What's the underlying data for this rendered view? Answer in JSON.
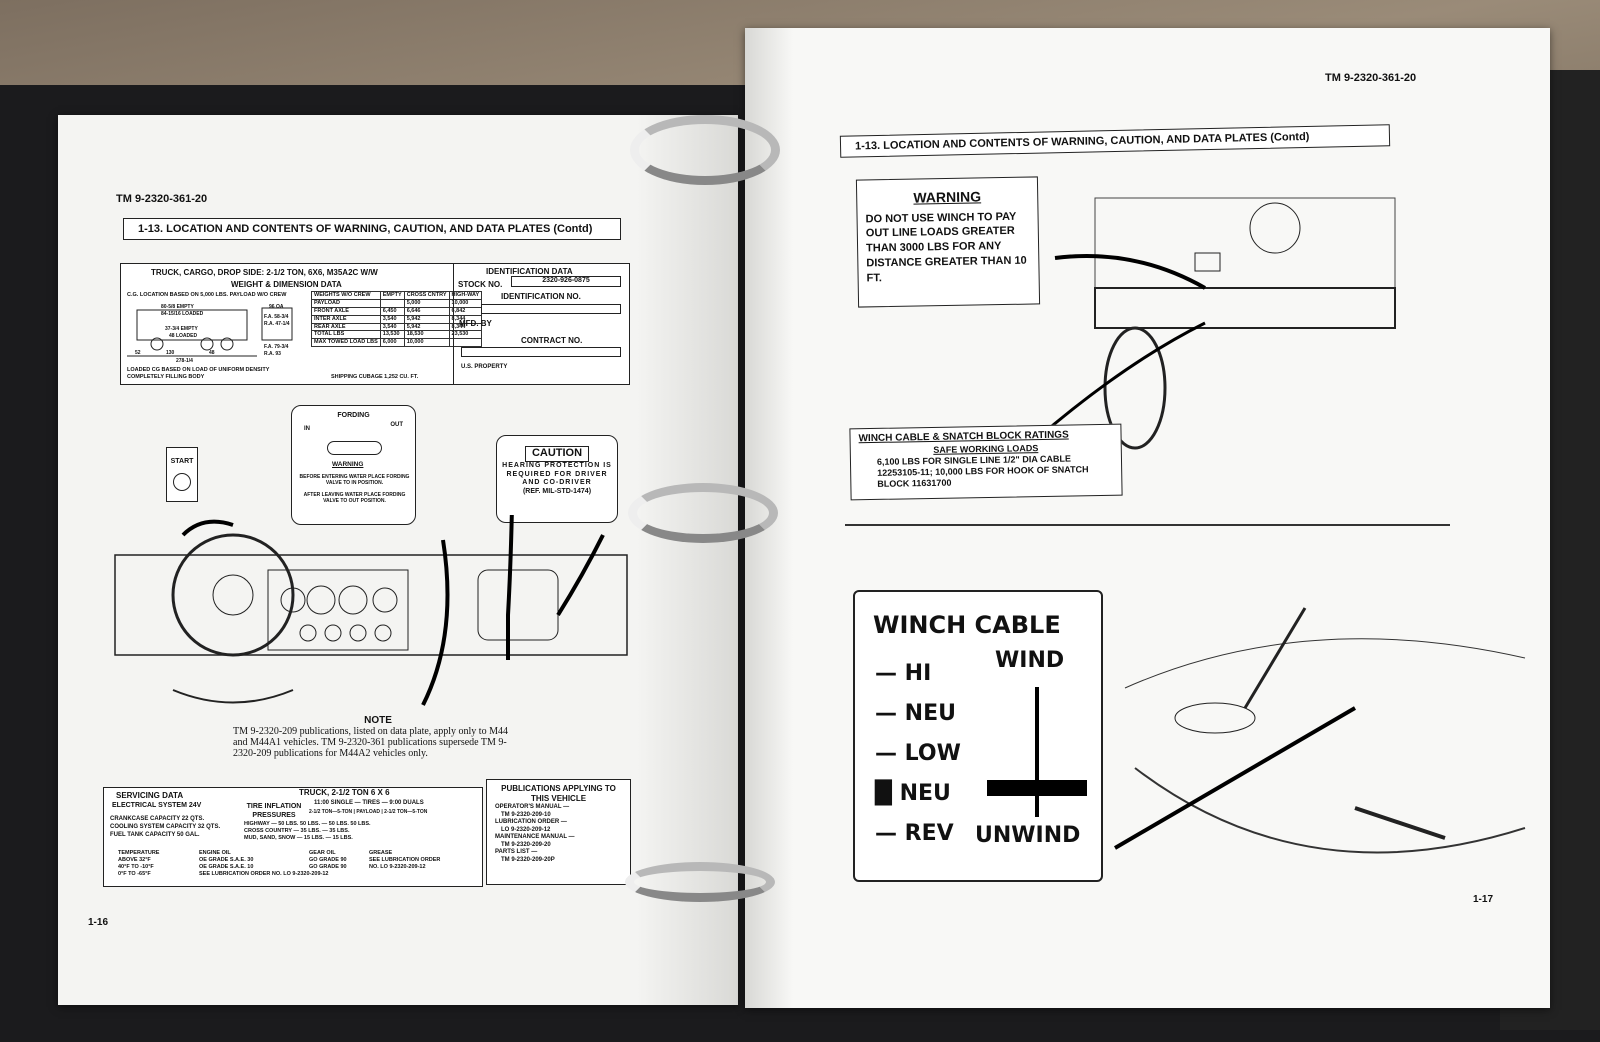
{
  "left_page": {
    "header": "TM 9-2320-361-20",
    "section_title": "1-13. LOCATION AND CONTENTS OF WARNING, CAUTION, AND DATA PLATES (Contd)",
    "truck_plate": {
      "title": "TRUCK, CARGO, DROP SIDE: 2-1/2 TON, 6X6, M35A2C W/W",
      "weight_title": "WEIGHT & DIMENSION DATA",
      "cg_note": "C.G. LOCATION BASED ON 5,000 LBS. PAYLOAD W/O CREW",
      "dims": [
        "80-5/8 EMPTY",
        "84-15/16 LOADED",
        "37-3/4 EMPTY",
        "48 LOADED",
        "52",
        "130",
        "48",
        "278-1/4",
        "F.A. 58-3/4",
        "R.A. 47-1/4",
        "F.A. 79-3/4",
        "R.A. 93",
        "96 OA"
      ],
      "loaded_note": "LOADED CG BASED ON LOAD OF UNIFORM DENSITY COMPLETELY FILLING BODY",
      "columns": [
        "WEIGHTS W/O CREW",
        "EMPTY",
        "CROSS CNTRY",
        "HIGH-WAY"
      ],
      "rows": [
        [
          "PAYLOAD",
          "",
          "5,000",
          "10,000"
        ],
        [
          "FRONT AXLE",
          "6,450",
          "6,646",
          "6,842"
        ],
        [
          "INTER AXLE",
          "3,540",
          "5,942",
          "8,344"
        ],
        [
          "REAR AXLE",
          "3,540",
          "5,942",
          "8,344"
        ],
        [
          "TOTAL LBS",
          "13,530",
          "18,530",
          "23,530"
        ],
        [
          "MAX TOWED LOAD LBS",
          "6,000",
          "10,000",
          ""
        ]
      ],
      "shipping": "SHIPPING CUBAGE 1,252 CU. FT.",
      "id_title": "IDENTIFICATION DATA",
      "stock_label": "STOCK NO.",
      "stock_no": "2320-926-0875",
      "id_no_label": "IDENTIFICATION NO.",
      "mfd_label": "MFD. BY",
      "contract_label": "CONTRACT NO.",
      "property": "U.S. PROPERTY"
    },
    "start_label": "START",
    "fording_plate": {
      "title": "FORDING",
      "in": "IN",
      "out": "OUT",
      "warning": "WARNING",
      "line1": "BEFORE ENTERING WATER PLACE FORDING VALVE TO IN POSITION.",
      "line2": "AFTER LEAVING WATER PLACE FORDING VALVE TO OUT POSITION."
    },
    "caution_plate": {
      "title": "CAUTION",
      "text": "HEARING PROTECTION IS REQUIRED FOR DRIVER AND CO-DRIVER",
      "ref": "(REF. MIL-STD-1474)"
    },
    "note": {
      "title": "NOTE",
      "text": "TM 9-2320-209 publications, listed on data plate, apply only to M44 and M44A1 vehicles. TM 9-2320-361 publications supersede TM 9-2320-209 publications for M44A2 vehicles only."
    },
    "servicing_plate": {
      "title": "SERVICING DATA",
      "truck": "TRUCK, 2-1/2 TON 6 X 6",
      "electrical": "ELECTRICAL SYSTEM 24V",
      "capacities": [
        [
          "CRANKCASE CAPACITY",
          "22 QTS."
        ],
        [
          "COOLING SYSTEM CAPACITY",
          "32 QTS."
        ],
        [
          "FUEL TANK CAPACITY",
          "50 GAL."
        ]
      ],
      "tire_title": "TIRE INFLATION PRESSURES",
      "tires_header": "11:00 SINGLE — TIRES — 9:00 DUALS",
      "tire_cols": [
        "2-1/2 TON—5-TON",
        "PAYLOAD",
        "2-1/2 TON—5-TON"
      ],
      "tire_rows": [
        [
          "HIGHWAY",
          "50 LBS. 50 LBS.",
          "50 LBS. 50 LBS."
        ],
        [
          "CROSS COUNTRY",
          "35 LBS.",
          "35 LBS."
        ],
        [
          "MUD, SAND, SNOW",
          "15 LBS.",
          "15 LBS."
        ]
      ],
      "temp": [
        "TEMPERATURE",
        "ABOVE 32°F",
        "40°F TO -10°F",
        "0°F TO -65°F"
      ],
      "engine_oil": [
        "ENGINE OIL",
        "OE GRADE S.A.E. 30",
        "OE GRADE S.A.E. 10",
        "SEE LUBRICATION ORDER NO. LO 9-2320-209-12"
      ],
      "gear_oil": [
        "GEAR OIL",
        "GO GRADE 90",
        "GO GRADE 90"
      ],
      "grease": [
        "GREASE",
        "SEE LUBRICATION ORDER",
        "NO. LO 9-2320-209-12"
      ]
    },
    "publications": {
      "title": "PUBLICATIONS APPLYING TO THIS VEHICLE",
      "items": [
        [
          "OPERATOR'S MANUAL —",
          "TM 9-2320-209-10"
        ],
        [
          "LUBRICATION ORDER —",
          "LO 9-2320-209-12"
        ],
        [
          "MAINTENANCE MANUAL —",
          "TM 9-2320-209-20"
        ],
        [
          "PARTS LIST —",
          "TM 9-2320-209-20P"
        ]
      ]
    },
    "page_number": "1-16"
  },
  "right_page": {
    "header": "TM 9-2320-361-20",
    "section_title": "1-13. LOCATION AND CONTENTS OF WARNING, CAUTION, AND DATA PLATES (Contd)",
    "warning_plate": {
      "title": "WARNING",
      "text": "DO NOT USE WINCH TO PAY OUT LINE LOADS GREATER THAN 3000 LBS FOR ANY DISTANCE GREATER THAN 10 FT."
    },
    "ratings_plate": {
      "title": "WINCH CABLE & SNATCH BLOCK RATINGS",
      "subtitle": "SAFE WORKING LOADS",
      "text": "6,100 LBS FOR SINGLE LINE 1/2\" DIA CABLE 12253105-11; 10,000 LBS FOR HOOK OF SNATCH BLOCK 11631700"
    },
    "winch_plate": {
      "title": "WINCH CABLE",
      "positions": [
        "HI",
        "NEU",
        "LOW",
        "NEU",
        "REV"
      ],
      "wind": "WIND",
      "unwind": "UNWIND"
    },
    "page_number": "1-17"
  }
}
